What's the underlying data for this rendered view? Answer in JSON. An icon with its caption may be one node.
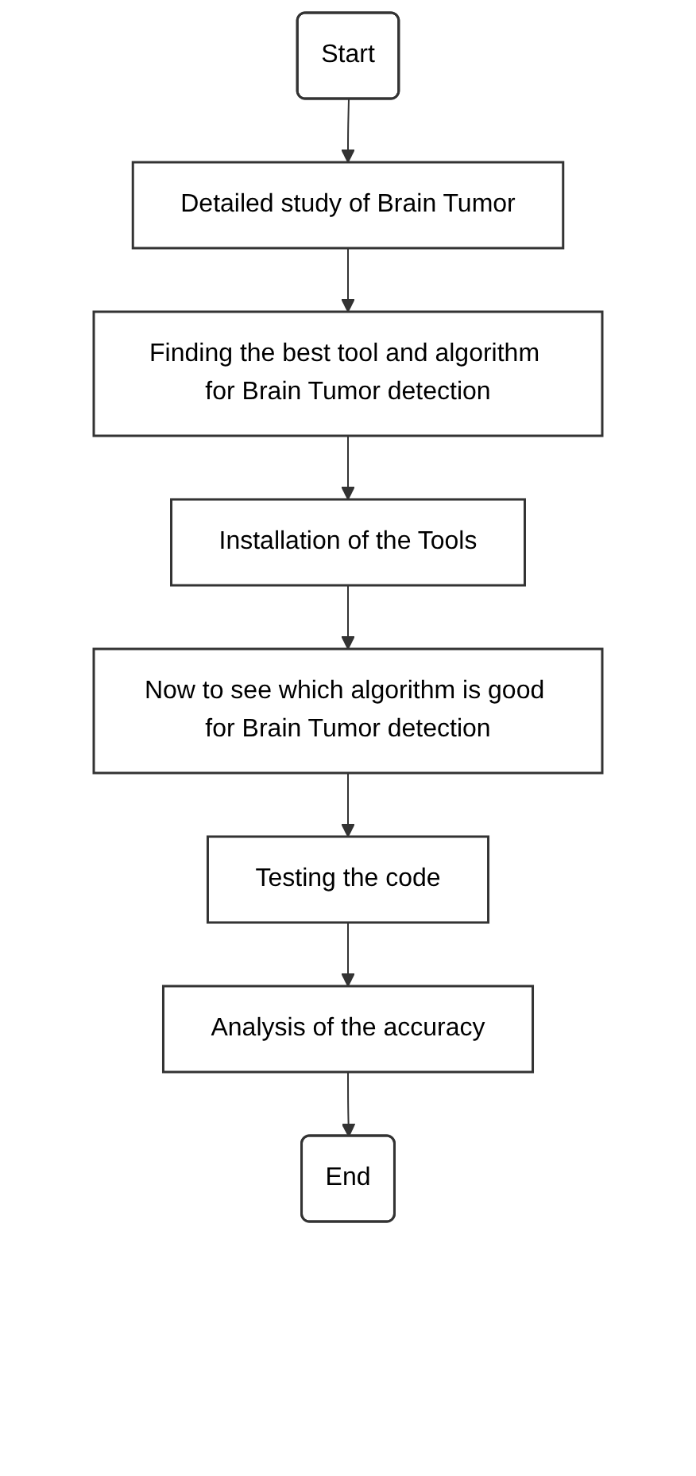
{
  "diagram": {
    "nodes": [
      {
        "text": [
          "Start"
        ]
      },
      {
        "text": [
          "Detailed study of Brain Tumor"
        ]
      },
      {
        "text": [
          "Finding the best tool and algorithm for Brain Tumor detection"
        ]
      },
      {
        "text": [
          "Installation of the Tools"
        ]
      },
      {
        "text": [
          "Now to see which algorithm is good for Brain Tumor detection"
        ]
      },
      {
        "text": [
          "Testing the code"
        ]
      },
      {
        "text": [
          "Analysis of the accuracy"
        ]
      },
      {
        "text": [
          "End"
        ]
      }
    ],
    "edges": [
      {
        "from": 0,
        "to": 1,
        "arrow": "to"
      },
      {
        "from": 1,
        "to": 2,
        "arrow": "to"
      },
      {
        "from": 2,
        "to": 3,
        "arrow": "to"
      },
      {
        "from": 3,
        "to": 4,
        "arrow": "to"
      },
      {
        "from": 4,
        "to": 5,
        "arrow": "to"
      },
      {
        "from": 5,
        "to": 6,
        "arrow": "to"
      },
      {
        "from": 6,
        "to": 7,
        "arrow": "to"
      }
    ]
  }
}
